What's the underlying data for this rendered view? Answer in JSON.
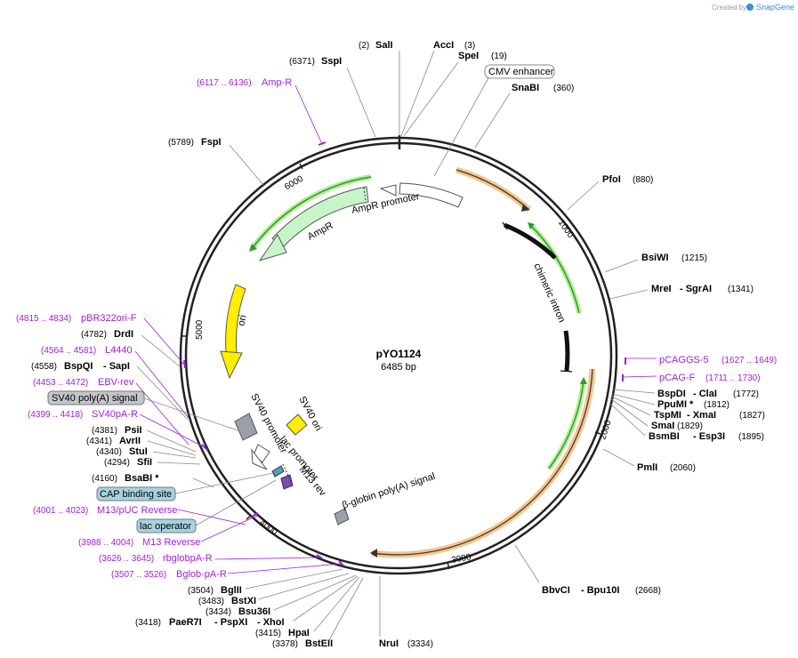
{
  "watermark": {
    "prefix": "Created by",
    "brand": "SnapGene"
  },
  "plasmid": {
    "name": "pYO1124",
    "length": "6485 bp"
  },
  "colors": {
    "primer": "#a21fd6",
    "backbone": "#222222",
    "amp_fill": "#c8f5c8",
    "ori_fill": "#ffee00",
    "promoter_fill": "#ffffff",
    "orange_glow": "#f3b061",
    "green_arrow": "#2a9d2a"
  },
  "ticks": [
    "1000",
    "2000",
    "3000",
    "4000",
    "5000",
    "6000"
  ],
  "features": {
    "cmv_enhancer": "CMV enhancer",
    "chimeric_intron": "chimeric intron",
    "ampr": "AmpR",
    "ampr_promoter": "AmpR promoter",
    "ori": "ori",
    "sv40_ori": "SV40 ori",
    "sv40_promoter": "SV40 promoter",
    "lac_promoter": "lac promoter",
    "m13_rev": "M13 rev",
    "beta_globin": "β-globin poly(A) signal",
    "sv40_polya": "SV40 poly(A) signal",
    "cap_site": "CAP binding site",
    "lac_operator": "lac operator"
  },
  "enzymes_right": [
    {
      "name": "SalI",
      "pos": "(2)"
    },
    {
      "name": "AccI",
      "pos": "(3)"
    },
    {
      "name": "SpeI",
      "pos": "(19)"
    },
    {
      "name": "SnaBI",
      "pos": "(360)"
    },
    {
      "name": "PfoI",
      "pos": "(880)"
    },
    {
      "name": "BsiWI",
      "pos": "(1215)"
    },
    {
      "name": "MreI",
      "pos": "(1341)",
      "alt": "- SgrAI"
    },
    {
      "name": "BspDI",
      "pos": "(1772)",
      "alt": "- ClaI"
    },
    {
      "name": "PpuMI *",
      "pos": "(1812)"
    },
    {
      "name": "TspMI",
      "pos": "(1827)",
      "alt": "- XmaI"
    },
    {
      "name": "SmaI",
      "pos": "(1829)"
    },
    {
      "name": "BsmBI",
      "pos": "(1895)",
      "alt": "- Esp3I"
    },
    {
      "name": "PmlI",
      "pos": "(2060)"
    },
    {
      "name": "BbvCI",
      "pos": "(2668)",
      "alt": "- Bpu10I"
    },
    {
      "name": "NruI",
      "pos": "(3334)"
    }
  ],
  "enzymes_left": [
    {
      "name": "SspI",
      "pos": "(6371)"
    },
    {
      "name": "FspI",
      "pos": "(5789)"
    },
    {
      "name": "DrdI",
      "pos": "(4782)"
    },
    {
      "name": "BspQI",
      "pos": "(4558)",
      "alt": "- SapI"
    },
    {
      "name": "PsiI",
      "pos": "(4381)"
    },
    {
      "name": "AvrII",
      "pos": "(4341)"
    },
    {
      "name": "StuI",
      "pos": "(4340)"
    },
    {
      "name": "SfiI",
      "pos": "(4294)"
    },
    {
      "name": "BsaBI *",
      "pos": "(4160)"
    },
    {
      "name": "BglII",
      "pos": "(3504)"
    },
    {
      "name": "BstXI",
      "pos": "(3483)"
    },
    {
      "name": "Bsu36I",
      "pos": "(3434)"
    },
    {
      "name": "PaeR7I",
      "pos": "(3418)",
      "alt": "- PspXI",
      "alt2": "- XhoI"
    },
    {
      "name": "HpaI",
      "pos": "(3415)"
    },
    {
      "name": "BstEII",
      "pos": "(3378)"
    }
  ],
  "primers": [
    {
      "name": "Amp-R",
      "range": "(6117 .. 6136)"
    },
    {
      "name": "pCAGGS-5",
      "range": "(1627 .. 1649)"
    },
    {
      "name": "pCAG-F",
      "range": "(1711 .. 1730)"
    },
    {
      "name": "pBR322ori-F",
      "range": "(4815 .. 4834)"
    },
    {
      "name": "L4440",
      "range": "(4564 .. 4581)"
    },
    {
      "name": "EBV-rev",
      "range": "(4453 .. 4472)"
    },
    {
      "name": "SV40pA-R",
      "range": "(4399 .. 4418)"
    },
    {
      "name": "M13/pUC Reverse",
      "range": "(4001 .. 4023)"
    },
    {
      "name": "M13 Reverse",
      "range": "(3988 .. 4004)"
    },
    {
      "name": "rbglobpA-R",
      "range": "(3626 .. 3645)"
    },
    {
      "name": "Bglob-pA-R",
      "range": "(3507 .. 3526)"
    }
  ]
}
